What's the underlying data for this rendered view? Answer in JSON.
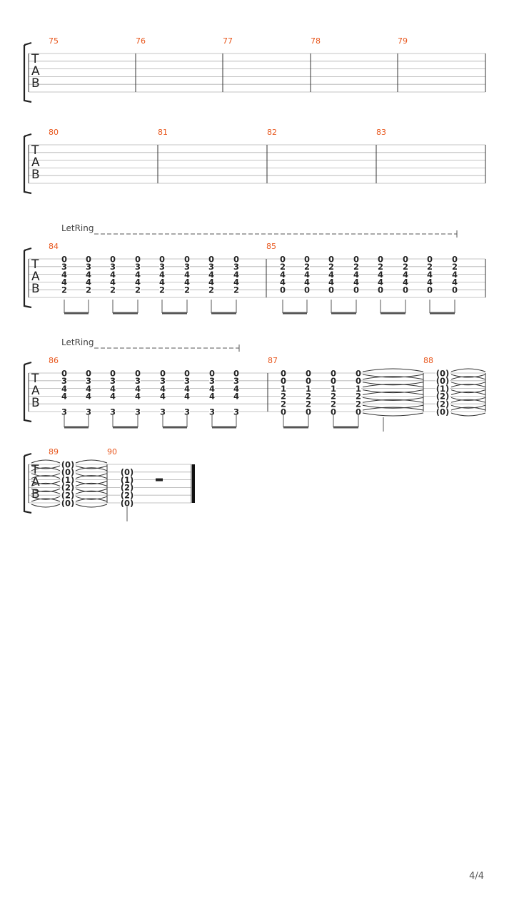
{
  "clef": [
    "T",
    "A",
    "B"
  ],
  "page_number": "4/4",
  "systems": [
    {
      "measures": [
        {
          "number": "75"
        },
        {
          "number": "76"
        },
        {
          "number": "77"
        },
        {
          "number": "78"
        },
        {
          "number": "79"
        }
      ]
    },
    {
      "measures": [
        {
          "number": "80"
        },
        {
          "number": "81"
        },
        {
          "number": "82"
        },
        {
          "number": "83"
        }
      ]
    },
    {
      "let_ring": "LetRing",
      "measures": [
        {
          "number": "84",
          "chords": [
            [
              "0",
              "3",
              "4",
              "4",
              "2"
            ],
            [
              "0",
              "3",
              "4",
              "4",
              "2"
            ],
            [
              "0",
              "3",
              "4",
              "4",
              "2"
            ],
            [
              "0",
              "3",
              "4",
              "4",
              "2"
            ],
            [
              "0",
              "3",
              "4",
              "4",
              "2"
            ],
            [
              "0",
              "3",
              "4",
              "4",
              "2"
            ],
            [
              "0",
              "3",
              "4",
              "4",
              "2"
            ],
            [
              "0",
              "3",
              "4",
              "4",
              "2"
            ]
          ]
        },
        {
          "number": "85",
          "chords": [
            [
              "0",
              "2",
              "4",
              "4",
              "0"
            ],
            [
              "0",
              "2",
              "4",
              "4",
              "0"
            ],
            [
              "0",
              "2",
              "4",
              "4",
              "0"
            ],
            [
              "0",
              "2",
              "4",
              "4",
              "0"
            ],
            [
              "0",
              "2",
              "4",
              "4",
              "0"
            ],
            [
              "0",
              "2",
              "4",
              "4",
              "0"
            ],
            [
              "0",
              "2",
              "4",
              "4",
              "0"
            ],
            [
              "0",
              "2",
              "4",
              "4",
              "0"
            ]
          ]
        }
      ]
    },
    {
      "let_ring": "LetRing",
      "measures": [
        {
          "number": "86",
          "chords": [
            [
              "0",
              "3",
              "4",
              "4",
              "3"
            ],
            [
              "0",
              "3",
              "4",
              "4",
              "3"
            ],
            [
              "0",
              "3",
              "4",
              "4",
              "3"
            ],
            [
              "0",
              "3",
              "4",
              "4",
              "3"
            ],
            [
              "0",
              "3",
              "4",
              "4",
              "3"
            ],
            [
              "0",
              "3",
              "4",
              "4",
              "3"
            ],
            [
              "0",
              "3",
              "4",
              "4",
              "3"
            ],
            [
              "0",
              "3",
              "4",
              "4",
              "3"
            ]
          ]
        },
        {
          "number": "87",
          "chords": [
            [
              "0",
              "0",
              "1",
              "2",
              "2",
              "0"
            ],
            [
              "0",
              "0",
              "1",
              "2",
              "2",
              "0"
            ],
            [
              "0",
              "0",
              "1",
              "2",
              "2",
              "0"
            ],
            [
              "0",
              "0",
              "1",
              "2",
              "2",
              "0"
            ]
          ]
        },
        {
          "number": "88",
          "chords": [
            [
              "(0)",
              "(0)",
              "(1)",
              "(2)",
              "(2)",
              "(0)"
            ]
          ]
        }
      ]
    },
    {
      "measures": [
        {
          "number": "89",
          "chords": [
            [
              "(0)",
              "(0)",
              "(1)",
              "(2)",
              "(2)",
              "(0)"
            ]
          ]
        },
        {
          "number": "90",
          "chords": [
            [
              "(0)",
              "(1)",
              "(2)",
              "(2)",
              "(0)"
            ]
          ]
        }
      ]
    }
  ]
}
